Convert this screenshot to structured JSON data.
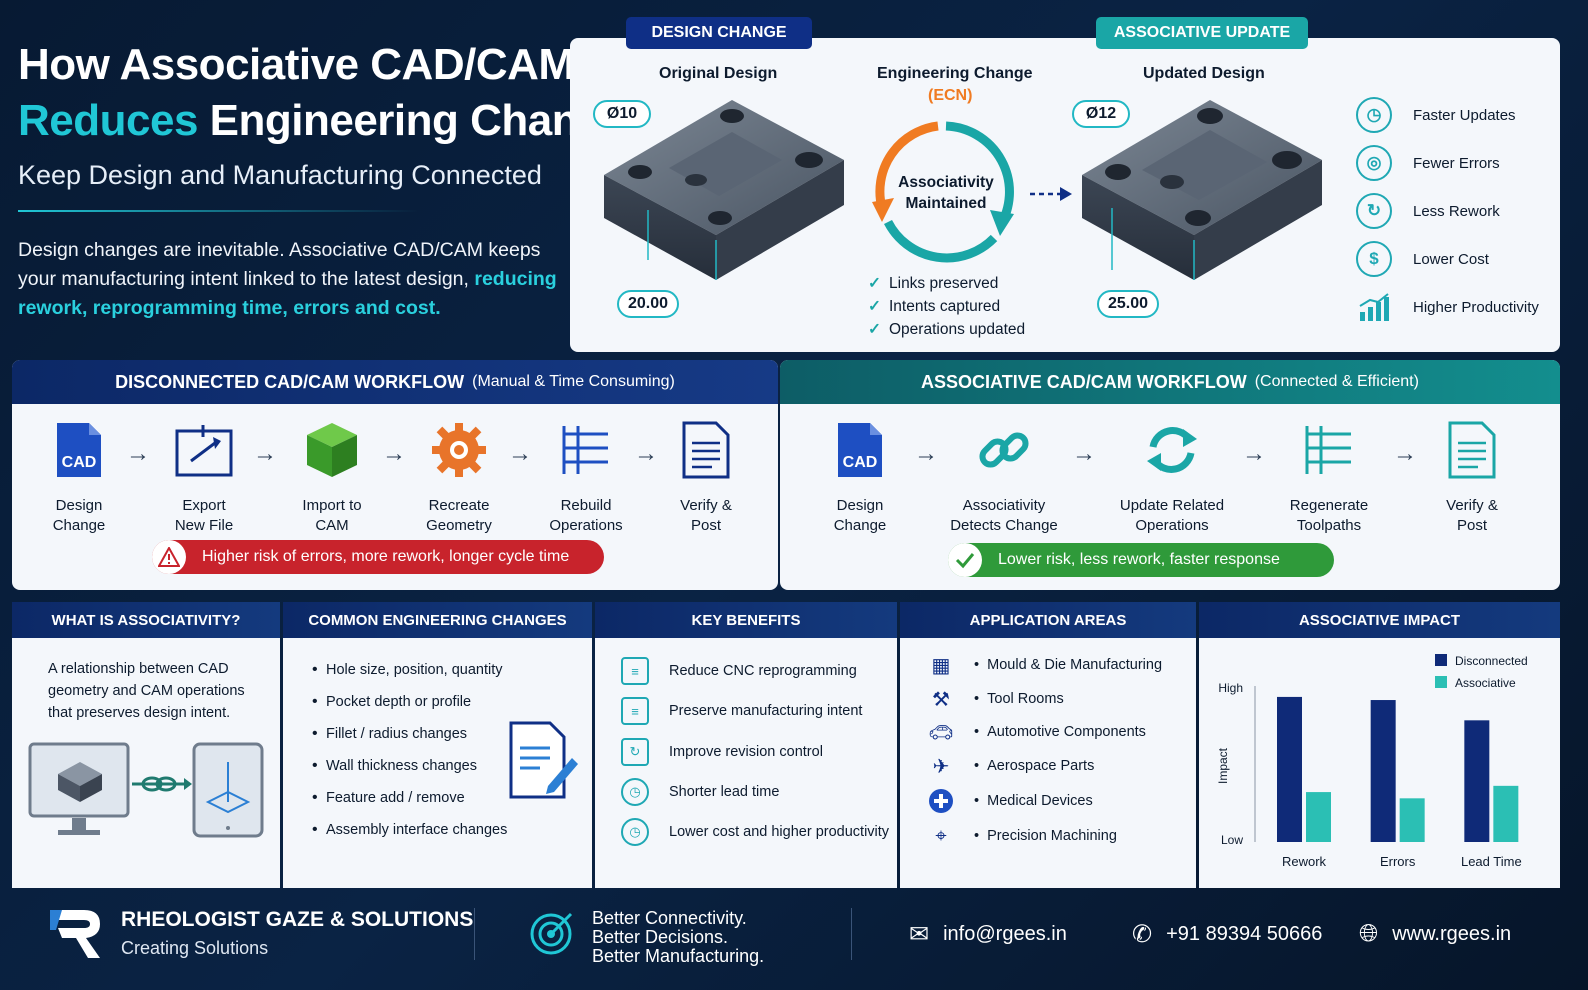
{
  "header": {
    "title_line1": "How Associative CAD/CAM",
    "title_line2_accent": "Reduces",
    "title_line2_rest": " Engineering Changes",
    "subtitle": "Keep Design and Manufacturing Connected",
    "intro_plain": "Design changes are inevitable. Associative CAD/CAM keeps your manufacturing intent linked to the latest design, ",
    "intro_highlight": "reducing rework, reprogramming time, errors and cost."
  },
  "top_panel": {
    "tag_design_change": "DESIGN CHANGE",
    "tag_associative_update": "ASSOCIATIVE UPDATE",
    "original_design": "Original Design",
    "engineering_change": "Engineering Change",
    "ecn": "(ECN)",
    "updated_design": "Updated Design",
    "associativity_maintained_1": "Associativity",
    "associativity_maintained_2": "Maintained",
    "original_dim_diameter": "Ø10",
    "original_dim_length": "20.00",
    "updated_dim_diameter": "Ø12",
    "updated_dim_length": "25.00",
    "checks": [
      "Links preserved",
      "Intents captured",
      "Operations updated"
    ],
    "benefits": [
      {
        "label": "Faster Updates",
        "icon": "clock-icon"
      },
      {
        "label": "Fewer Errors",
        "icon": "target-icon"
      },
      {
        "label": "Less Rework",
        "icon": "refresh-icon"
      },
      {
        "label": "Lower Cost",
        "icon": "dollar-icon"
      },
      {
        "label": "Higher Productivity",
        "icon": "growth-chart-icon"
      }
    ]
  },
  "disconnected": {
    "title": "DISCONNECTED CAD/CAM WORKFLOW",
    "subtitle": "(Manual & Time Consuming)",
    "steps": [
      {
        "line1": "Design",
        "line2": "Change"
      },
      {
        "line1": "Export",
        "line2": "New File"
      },
      {
        "line1": "Import to",
        "line2": "CAM"
      },
      {
        "line1": "Recreate",
        "line2": "Geometry"
      },
      {
        "line1": "Rebuild",
        "line2": "Operations"
      },
      {
        "line1": "Verify &",
        "line2": "Post"
      }
    ],
    "cad_badge": "CAD",
    "warning": "Higher risk of errors, more rework, longer cycle time"
  },
  "associative": {
    "title": "ASSOCIATIVE CAD/CAM WORKFLOW",
    "subtitle": "(Connected & Efficient)",
    "steps": [
      {
        "line1": "Design",
        "line2": "Change"
      },
      {
        "line1": "Associativity",
        "line2": "Detects Change"
      },
      {
        "line1": "Update Related",
        "line2": "Operations"
      },
      {
        "line1": "Regenerate",
        "line2": "Toolpaths"
      },
      {
        "line1": "Verify &",
        "line2": "Post"
      }
    ],
    "cad_badge": "CAD",
    "success": "Lower risk, less rework, faster response"
  },
  "what_is": {
    "title": "WHAT IS ASSOCIATIVITY?",
    "text_1": "A relationship between CAD",
    "text_2": "geometry and CAM operations",
    "text_3": "that preserves design intent."
  },
  "common_changes": {
    "title": "COMMON ENGINEERING CHANGES",
    "items": [
      "Hole size, position, quantity",
      "Pocket depth or profile",
      "Fillet / radius changes",
      "Wall thickness changes",
      "Feature add / remove",
      "Assembly interface changes"
    ]
  },
  "key_benefits": {
    "title": "KEY BENEFITS",
    "items": [
      "Reduce CNC reprogramming",
      "Preserve manufacturing intent",
      "Improve revision control",
      "Shorter lead time",
      "Lower cost and higher productivity"
    ]
  },
  "application_areas": {
    "title": "APPLICATION AREAS",
    "items": [
      {
        "label": "Mould & Die Manufacturing",
        "icon": "mould-icon"
      },
      {
        "label": "Tool Rooms",
        "icon": "tool-icon"
      },
      {
        "label": "Automotive Components",
        "icon": "car-icon"
      },
      {
        "label": "Aerospace Parts",
        "icon": "airplane-icon"
      },
      {
        "label": "Medical Devices",
        "icon": "medical-cross-icon"
      },
      {
        "label": "Precision Machining",
        "icon": "crosshair-icon"
      }
    ]
  },
  "impact": {
    "title": "ASSOCIATIVE IMPACT"
  },
  "chart_data": {
    "type": "bar",
    "categories": [
      "Rework",
      "Errors",
      "Lead Time"
    ],
    "series": [
      {
        "name": "Disconnected",
        "values": [
          0.93,
          0.91,
          0.78
        ],
        "color": "#0f2a78"
      },
      {
        "name": "Associative",
        "values": [
          0.32,
          0.28,
          0.36
        ],
        "color": "#2bbfb4"
      }
    ],
    "ylabel": "Impact",
    "y_tick_high": "High",
    "y_tick_low": "Low",
    "ylim": [
      0,
      1
    ],
    "legend": "top-right",
    "grid": false
  },
  "footer": {
    "brand": "RHEOLOGIST GAZE & SOLUTIONS",
    "tagline": "Creating Solutions",
    "slogan_1": "Better Connectivity.",
    "slogan_2": "Better Decisions.",
    "slogan_3": "Better Manufacturing.",
    "email": "info@rgees.in",
    "phone": "+91 89394 50666",
    "website": "www.rgees.in"
  },
  "colors": {
    "navy": "#0f2f86",
    "teal": "#1aa6a6",
    "cyan_accent": "#20c7d6",
    "warning_red": "#c8232c",
    "success_green": "#2f9a3a"
  }
}
